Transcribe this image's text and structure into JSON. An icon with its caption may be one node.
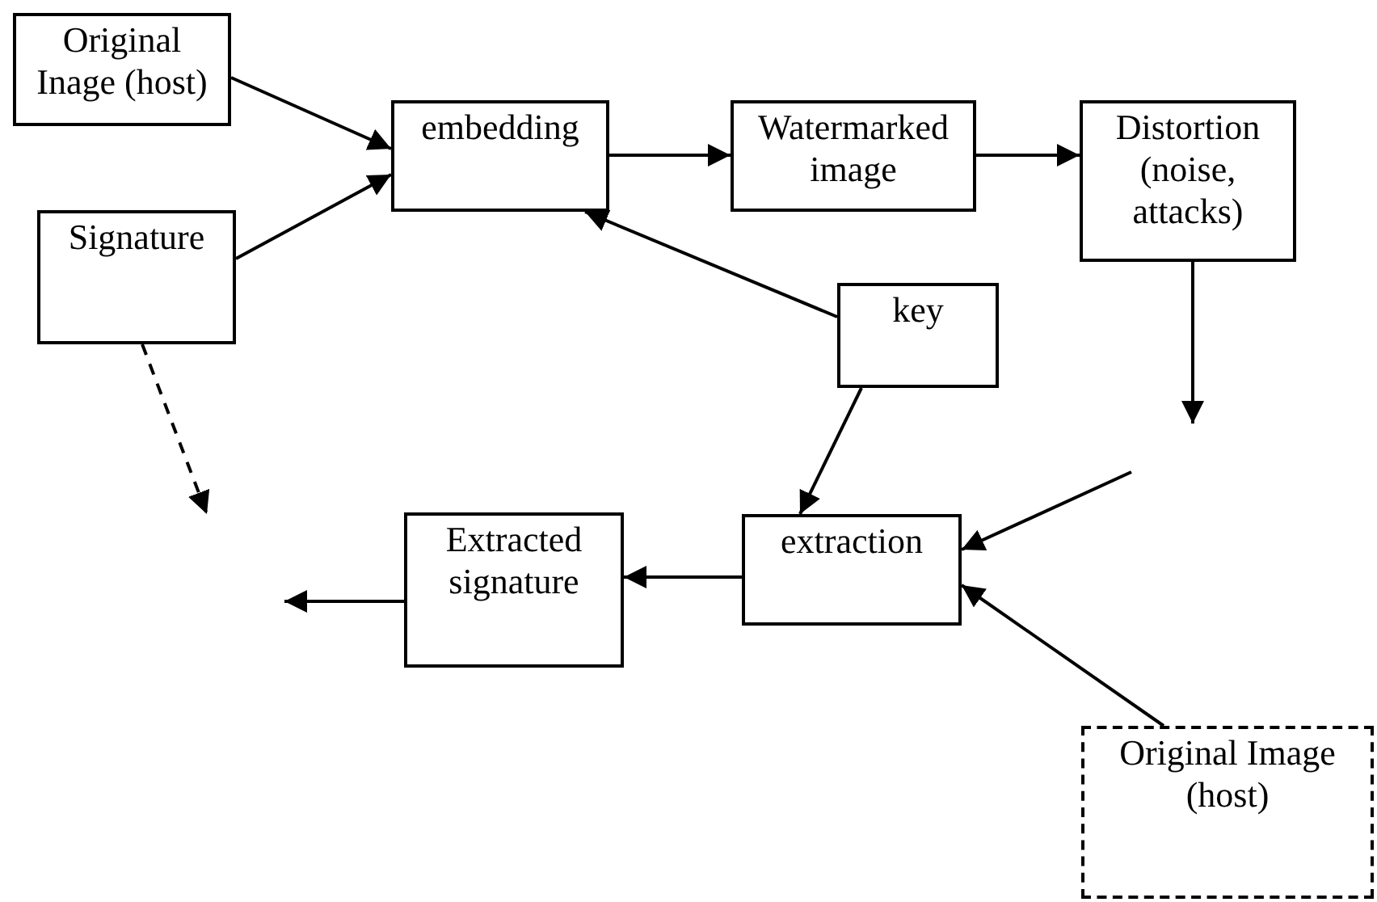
{
  "diagram": {
    "nodes": [
      {
        "text": [
          "Original Inage (host)"
        ]
      },
      {
        "text": [
          "Signature"
        ]
      },
      {
        "text": [
          "embedding"
        ]
      },
      {
        "text": [
          "Watermarked image"
        ]
      },
      {
        "text": [
          "Distortion (noise, attacks)"
        ]
      },
      {
        "text": [
          "key"
        ]
      },
      {
        "text": [
          "extraction"
        ]
      },
      {
        "text": [
          "Extracted signature"
        ]
      },
      {
        "text": [
          "Original Image (host)"
        ]
      }
    ],
    "edges": [
      {
        "from": 0,
        "to": 2,
        "arrow": "to"
      },
      {
        "from": 1,
        "to": 2,
        "arrow": "to"
      },
      {
        "from": 2,
        "to": 3,
        "arrow": "to"
      },
      {
        "from": 3,
        "to": 4,
        "arrow": "to"
      },
      {
        "from": 4,
        "to": null,
        "arrow": "to"
      },
      {
        "from": 5,
        "to": 2,
        "arrow": "to"
      },
      {
        "from": 5,
        "to": 6,
        "arrow": "to"
      },
      {
        "from": null,
        "to": 6,
        "arrow": "to"
      },
      {
        "from": 8,
        "to": 6,
        "arrow": "to"
      },
      {
        "from": 6,
        "to": 7,
        "arrow": "to"
      },
      {
        "from": 7,
        "to": null,
        "arrow": "to"
      },
      {
        "from": 1,
        "to": null,
        "arrow": "to",
        "style": "dashed"
      }
    ]
  }
}
